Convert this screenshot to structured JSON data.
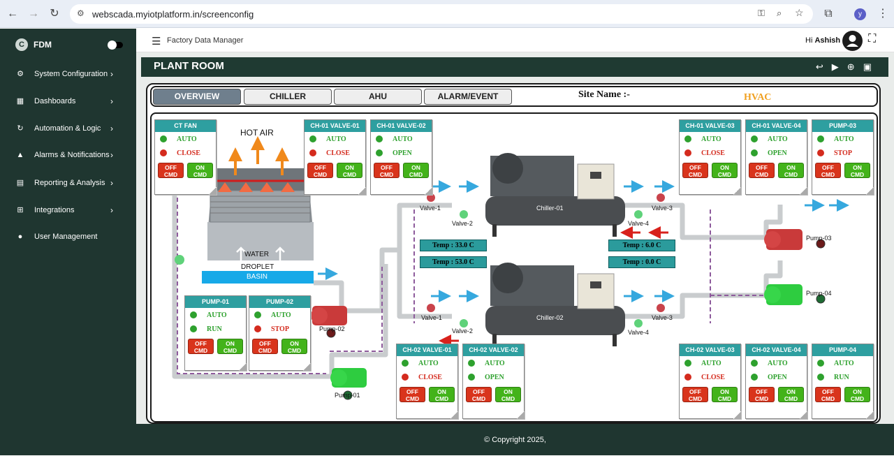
{
  "browser": {
    "url": "webscada.myiotplatform.in/screenconfig",
    "profile_initial": "y"
  },
  "sidebar": {
    "brand_logo": "C",
    "brand": "FDM",
    "items": [
      {
        "label": "System Configuration",
        "icon": "gear-icon",
        "has_children": true
      },
      {
        "label": "Dashboards",
        "icon": "dashboard-icon",
        "has_children": true
      },
      {
        "label": "Automation & Logic",
        "icon": "sync-icon",
        "has_children": true
      },
      {
        "label": "Alarms & Notifications",
        "icon": "bell-icon",
        "has_children": true
      },
      {
        "label": "Reporting & Analysis",
        "icon": "report-icon",
        "has_children": true
      },
      {
        "label": "Integrations",
        "icon": "integration-icon",
        "has_children": true
      },
      {
        "label": "User Management",
        "icon": "user-icon",
        "has_children": false
      }
    ]
  },
  "topbar": {
    "title": "Factory Data Manager",
    "greeting": "Hi",
    "user": "Ashish"
  },
  "header": {
    "title": "PLANT ROOM"
  },
  "tabs": [
    "OVERVIEW",
    "CHILLER",
    "AHU",
    "ALARM/EVENT"
  ],
  "active_tab": "OVERVIEW",
  "site": {
    "label": "Site Name :-",
    "value": "HVAC"
  },
  "colors": {
    "sidebar_bg": "#1f3630",
    "card_header": "#2e9fa0",
    "status_green": "#2ea12e",
    "status_red": "#d42b1e",
    "off_button": "#d9341c",
    "on_button": "#43b31a",
    "flow_arrow": "#36a8de",
    "return_arrow": "#d8211c"
  },
  "cards": {
    "ct_fan": {
      "title": "CT FAN",
      "mode": "AUTO",
      "state": "CLOSE",
      "state_color": "red",
      "off": "OFF CMD",
      "on": "ON CMD"
    },
    "ch01_valve01": {
      "title": "CH-01 VALVE-01",
      "mode": "AUTO",
      "state": "CLOSE",
      "state_color": "red",
      "off": "OFF CMD",
      "on": "ON CMD"
    },
    "ch01_valve02": {
      "title": "CH-01 VALVE-02",
      "mode": "AUTO",
      "state": "OPEN",
      "state_color": "green",
      "off": "OFF CMD",
      "on": "ON CMD"
    },
    "ch01_valve03": {
      "title": "CH-01 VALVE-03",
      "mode": "AUTO",
      "state": "CLOSE",
      "state_color": "red",
      "off": "OFF CMD",
      "on": "ON CMD"
    },
    "ch01_valve04": {
      "title": "CH-01 VALVE-04",
      "mode": "AUTO",
      "state": "OPEN",
      "state_color": "green",
      "off": "OFF CMD",
      "on": "ON CMD"
    },
    "pump03": {
      "title": "PUMP-03",
      "mode": "AUTO",
      "state": "STOP",
      "state_color": "red",
      "off": "OFF CMD",
      "on": "ON CMD"
    },
    "pump01": {
      "title": "PUMP-01",
      "mode": "AUTO",
      "state": "RUN",
      "state_color": "green",
      "off": "OFF CMD",
      "on": "ON CMD"
    },
    "pump02": {
      "title": "PUMP-02",
      "mode": "AUTO",
      "state": "STOP",
      "state_color": "red",
      "off": "OFF CMD",
      "on": "ON CMD"
    },
    "ch02_valve01": {
      "title": "CH-02 VALVE-01",
      "mode": "AUTO",
      "state": "CLOSE",
      "state_color": "red",
      "off": "OFF CMD",
      "on": "ON CMD"
    },
    "ch02_valve02": {
      "title": "CH-02 VALVE-02",
      "mode": "AUTO",
      "state": "OPEN",
      "state_color": "green",
      "off": "OFF CMD",
      "on": "ON CMD"
    },
    "ch02_valve03": {
      "title": "CH-02 VALVE-03",
      "mode": "AUTO",
      "state": "CLOSE",
      "state_color": "red",
      "off": "OFF CMD",
      "on": "ON CMD"
    },
    "ch02_valve04": {
      "title": "CH-02 VALVE-04",
      "mode": "AUTO",
      "state": "OPEN",
      "state_color": "green",
      "off": "OFF CMD",
      "on": "ON CMD"
    },
    "pump04": {
      "title": "PUMP-04",
      "mode": "AUTO",
      "state": "RUN",
      "state_color": "green",
      "off": "OFF CMD",
      "on": "ON CMD"
    }
  },
  "temps": {
    "t1": "Temp : 33.0 C",
    "t2": "Temp : 53.0 C",
    "t3": "Temp : 6.0 C",
    "t4": "Temp : 0.0 C"
  },
  "labels": {
    "hot_air": "HOT AIR",
    "water_droplet_1": "WATER",
    "water_droplet_2": "DROPLET",
    "basin": "BASIN",
    "chiller1": "Chiller-01",
    "chiller2": "Chiller-02",
    "valve1a": "Valve-1",
    "valve2a": "Valve-2",
    "valve3a": "Valve-3",
    "valve4a": "Valve-4",
    "valve1b": "Valve-1",
    "valve2b": "Valve-2",
    "valve3b": "Valve-3",
    "valve4b": "Valve-4",
    "pump01": "Pump-01",
    "pump02": "Pump-02",
    "pump03": "Pump-03",
    "pump04": "Pump-04"
  },
  "footer": "© Copyright 2025,"
}
